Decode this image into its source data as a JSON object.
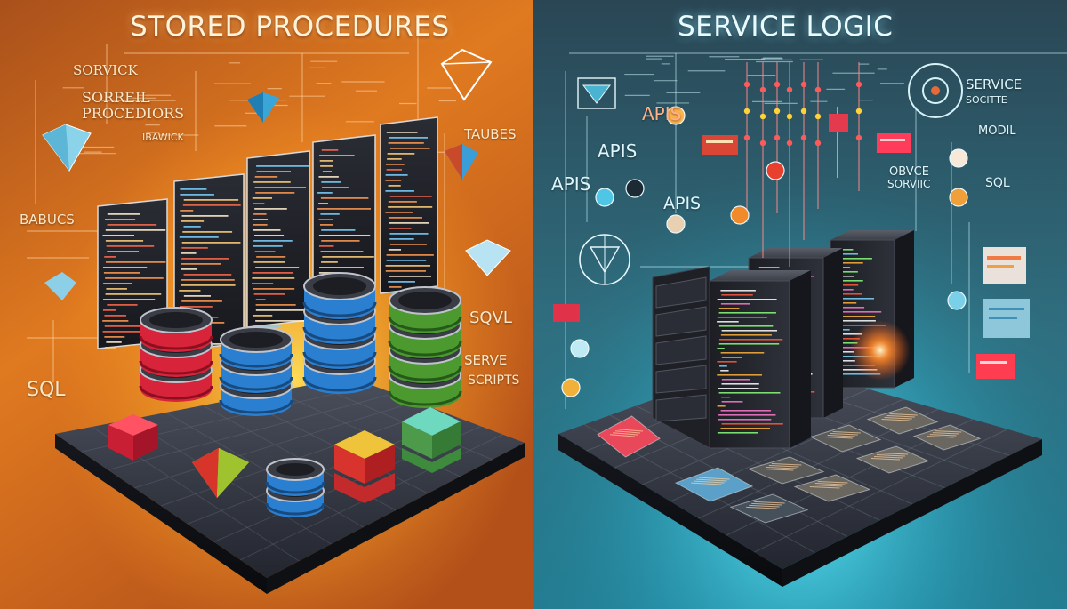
{
  "titles": {
    "left": "STORED PROCEDURES",
    "right": "SERVICE LOGIC"
  },
  "left_labels": {
    "corner_top": "SORVICK",
    "procedures_line1": "SORREIL",
    "procedures_line2": "PROCEDIORS",
    "small_mid": "IBAWICK",
    "side_left": "BABUCS",
    "tables": "TAUBES",
    "sql_left": "SQL",
    "sql_right": "SQVL",
    "serve": "SERVE",
    "scripts": "SCRIPTS"
  },
  "right_labels": {
    "apis_top": "APIS",
    "apis_mid": "APIS",
    "apis_left": "APIS",
    "apis_low": "APIS",
    "service_line1": "SERVICE",
    "service_line2": "SOCITTE",
    "modl": "MODIL",
    "obvc_line1": "OBVCE",
    "obvc_line2": "SORVIIC",
    "sql": "SQL"
  },
  "colors": {
    "left_bg_top": "#b8561a",
    "left_bg_glow": "#ffd23a",
    "right_bg_top": "#2c4c5b",
    "right_bg_glow": "#3fd6ee",
    "db_red": "#d8243a",
    "db_blue": "#2b7fd0",
    "db_green": "#4c9a2f",
    "code_text": "#ff9a52"
  },
  "icons": [
    "diamond-icon",
    "crystal-icon",
    "gear-icon",
    "network-icon",
    "flag-icon",
    "database-icon",
    "server-icon"
  ]
}
